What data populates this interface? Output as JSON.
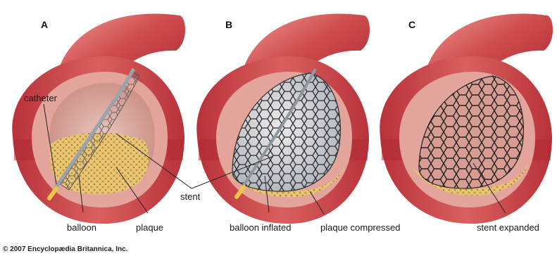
{
  "panels": [
    {
      "letter": "A"
    },
    {
      "letter": "B"
    },
    {
      "letter": "C"
    }
  ],
  "labels": {
    "catheter": "catheter",
    "balloon": "balloon",
    "plaque": "plaque",
    "stent": "stent",
    "balloon_inflated": "balloon inflated",
    "plaque_compressed": "plaque compressed",
    "stent_expanded": "stent expanded"
  },
  "credit": "© 2007 Encyclopædia Britannica, Inc.",
  "colors": {
    "vessel_outer": "#c9494a",
    "vessel_highlight": "#e87c78",
    "vessel_wall": "#b52a33",
    "lumen": "#d9a7a0",
    "plaque": "#e2c172",
    "stent": "#3d3d3d",
    "balloon": "#c7cfd6",
    "catheter_tip": "#f1c44a"
  }
}
